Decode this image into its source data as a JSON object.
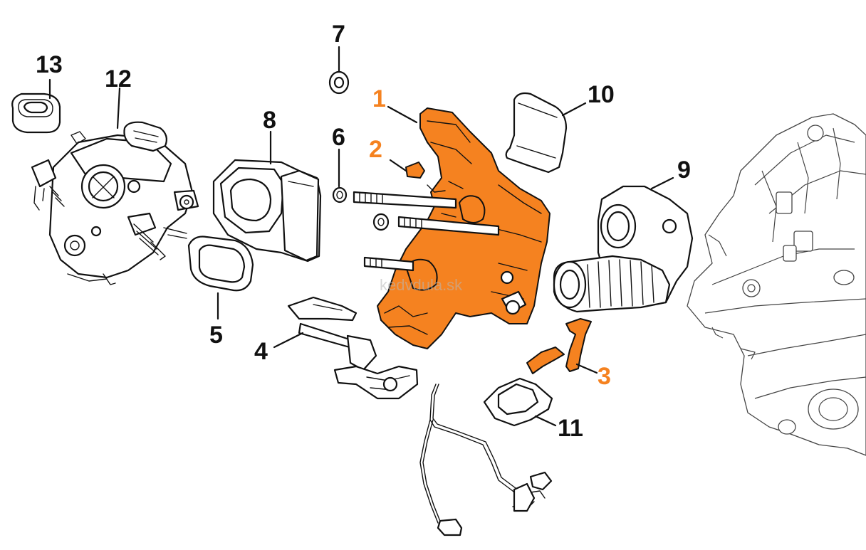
{
  "diagram": {
    "colors": {
      "highlight": "#f58220",
      "outline": "#111111",
      "background": "#ffffff"
    },
    "watermark": "kedvdula.sk",
    "callouts": [
      {
        "id": "c1",
        "text": "1",
        "highlight": true
      },
      {
        "id": "c2",
        "text": "2",
        "highlight": true
      },
      {
        "id": "c3",
        "text": "3",
        "highlight": true
      },
      {
        "id": "c4",
        "text": "4",
        "highlight": false
      },
      {
        "id": "c5",
        "text": "5",
        "highlight": false
      },
      {
        "id": "c6",
        "text": "6",
        "highlight": false
      },
      {
        "id": "c7",
        "text": "7",
        "highlight": false
      },
      {
        "id": "c8",
        "text": "8",
        "highlight": false
      },
      {
        "id": "c9",
        "text": "9",
        "highlight": false
      },
      {
        "id": "c10",
        "text": "10",
        "highlight": false
      },
      {
        "id": "c11",
        "text": "11",
        "highlight": false
      },
      {
        "id": "c12",
        "text": "12",
        "highlight": false
      },
      {
        "id": "c13",
        "text": "13",
        "highlight": false
      }
    ]
  }
}
